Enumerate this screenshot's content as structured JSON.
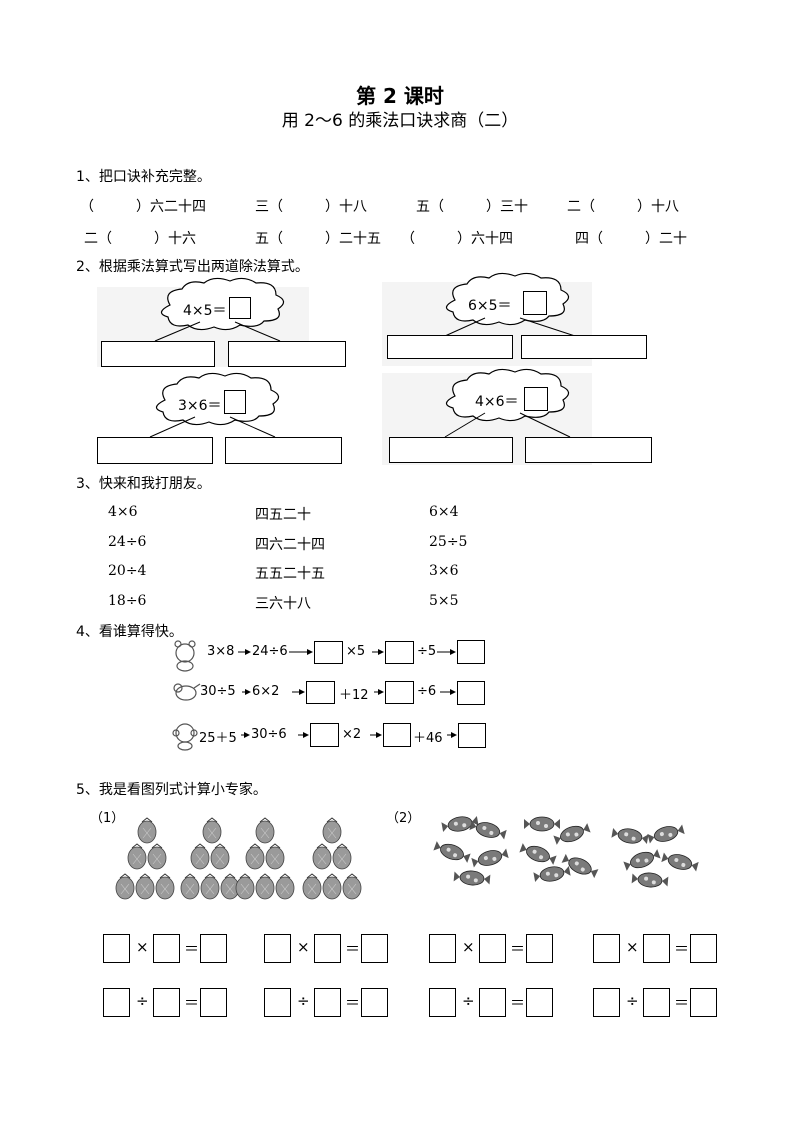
{
  "title": "第 2 课时",
  "subtitle": "用 2～6 的乘法口诀求商（二）",
  "q1": {
    "heading": "1、把口诀补充完整。",
    "row1": [
      "（　　　）六二十四",
      "三（　　　）十八",
      "五（　　　）三十",
      "二（　　　）十八"
    ],
    "row2": [
      "二（　　　）十六",
      "五（　　　）二十五",
      "（　　　）六十四",
      "四（　　　）二十"
    ]
  },
  "q2": {
    "heading": "2、根据乘法算式写出两道除法算式。",
    "equations": [
      "4×5＝",
      "6×5＝",
      "3×6＝",
      "4×6＝"
    ]
  },
  "q3": {
    "heading": "3、快来和我打朋友。",
    "col1": [
      "4×6",
      "24÷6",
      "20÷4",
      "18÷6"
    ],
    "col2": [
      "四五二十",
      "四六二十四",
      "五五二十五",
      "三六十八"
    ],
    "col3": [
      "6×4",
      "25÷5",
      "3×6",
      "5×5"
    ]
  },
  "q4": {
    "heading": "4、看谁算得快。",
    "chains": [
      {
        "start": "3×8",
        "second": "24÷6",
        "op1": "×5",
        "op2": "÷5"
      },
      {
        "start": "30÷5",
        "second": "6×2",
        "op1": "＋12",
        "op2": "÷6"
      },
      {
        "start": "25＋5",
        "second": "30÷6",
        "op1": "×2",
        "op2": "＋46"
      }
    ]
  },
  "q5": {
    "heading": "5、我是看图列式计算小专家。",
    "part1_label": "（1）",
    "part2_label": "（2）",
    "times": "×",
    "divide": "÷",
    "equals": "＝"
  },
  "colors": {
    "ink": "#000000",
    "fruit": "#9a9a9a",
    "candy": "#7a7a7a"
  }
}
